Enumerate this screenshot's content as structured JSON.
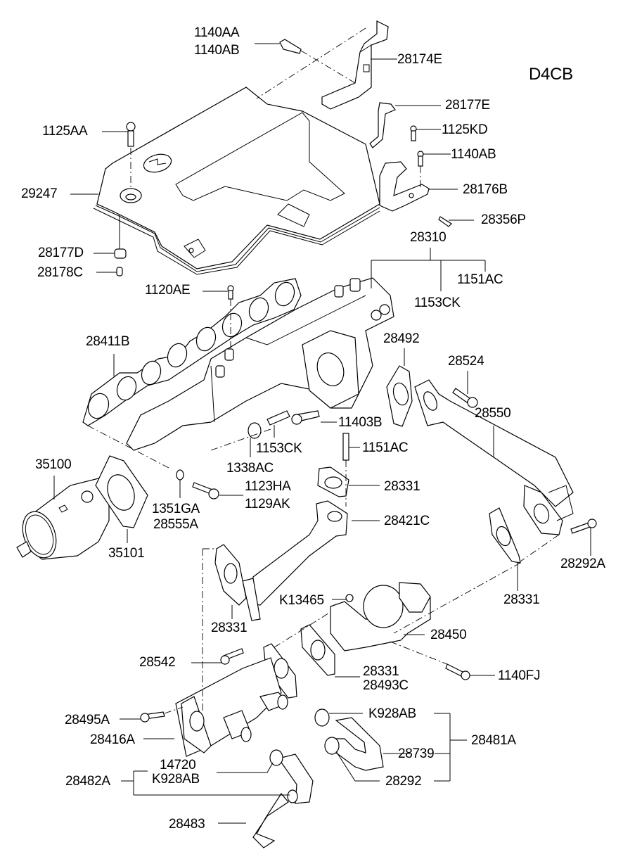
{
  "diagram": {
    "title": "D4CB",
    "type": "exploded parts diagram",
    "subject": "Engine cover, exhaust manifold, catalytic converter and EGR system"
  },
  "labels": {
    "l_1140AA": "1140AA",
    "l_1140AB_top": "1140AB",
    "l_28174E": "28174E",
    "l_28177E": "28177E",
    "l_1125KD": "1125KD",
    "l_1140AB_mid": "1140AB",
    "l_28176B": "28176B",
    "l_28356P": "28356P",
    "l_1125AA": "1125AA",
    "l_29247": "29247",
    "l_28177D": "28177D",
    "l_28178C": "28178C",
    "l_28310": "28310",
    "l_1151AC_top": "1151AC",
    "l_1153CK_top": "1153CK",
    "l_1120AE": "1120AE",
    "l_28411B": "28411B",
    "l_28492": "28492",
    "l_28524": "28524",
    "l_28550": "28550",
    "l_11403B": "11403B",
    "l_1153CK_mid": "1153CK",
    "l_1151AC_mid": "1151AC",
    "l_1338AC": "1338AC",
    "l_35100": "35100",
    "l_1123HA": "1123HA",
    "l_1129AK": "1129AK",
    "l_1351GA": "1351GA",
    "l_28555A": "28555A",
    "l_28331_a": "28331",
    "l_28421C": "28421C",
    "l_35101": "35101",
    "l_28292A": "28292A",
    "l_28331_b": "28331",
    "l_K13465": "K13465",
    "l_28331_c": "28331",
    "l_28450": "28450",
    "l_28542": "28542",
    "l_28331_d": "28331",
    "l_28493C": "28493C",
    "l_1140FJ": "1140FJ",
    "l_28495A": "28495A",
    "l_K928AB_a": "K928AB",
    "l_28416A": "28416A",
    "l_28481A": "28481A",
    "l_28739": "28739",
    "l_14720": "14720",
    "l_K928AB_b": "K928AB",
    "l_28482A": "28482A",
    "l_28292": "28292",
    "l_28483": "28483"
  }
}
